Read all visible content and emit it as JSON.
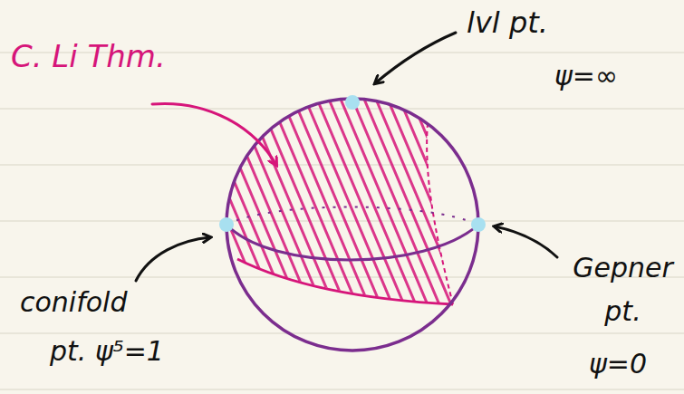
{
  "diagram": {
    "labels": [
      "C. Li Thm.",
      "lvl pt.",
      "ψ=∞",
      "conifold",
      "pt. ψ⁵=1",
      "Gepner pt.",
      "ψ=0"
    ]
  }
}
